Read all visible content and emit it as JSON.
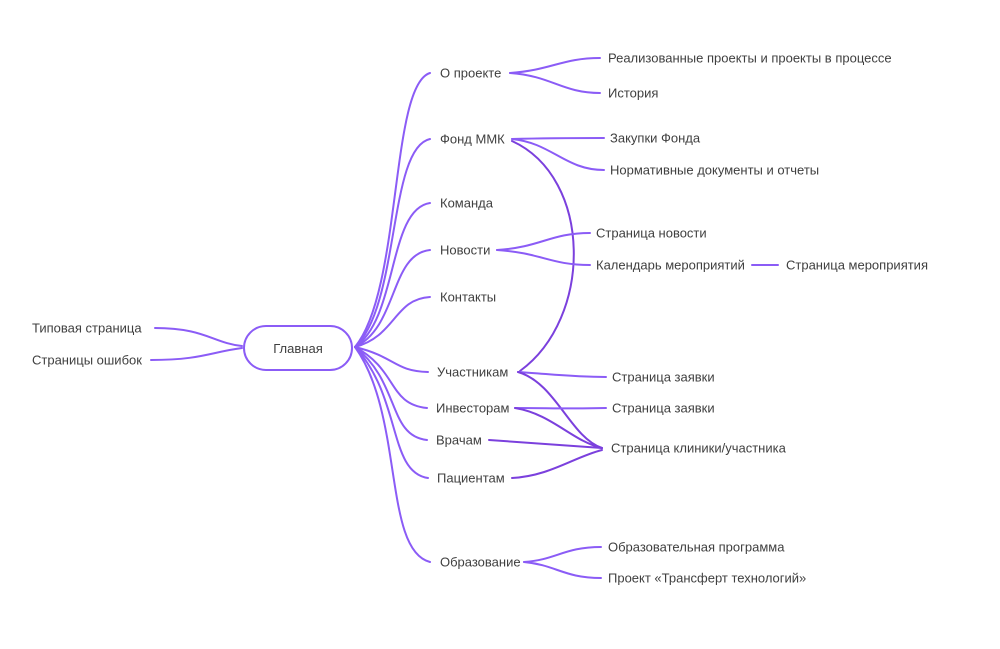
{
  "diagram_type": "sitemap-mindmap",
  "colors": {
    "link": "#8b5cf6",
    "crossLink": "#7b40dd",
    "nodeBorder": "#8b5cf6",
    "nodeFill": "#ffffff",
    "text": "#3f3f3f",
    "bg": "#ffffff"
  },
  "root": {
    "label": "Главная"
  },
  "left_branches": [
    {
      "label": "Типовая страница"
    },
    {
      "label": "Страницы ошибок"
    }
  ],
  "branches": [
    {
      "label": "О проекте",
      "children": [
        {
          "label": "Реализованные проекты и проекты в процессе"
        },
        {
          "label": "История"
        }
      ]
    },
    {
      "label": "Фонд ММК",
      "children": [
        {
          "label": "Закупки Фонда"
        },
        {
          "label": "Нормативные документы и отчеты"
        }
      ]
    },
    {
      "label": "Команда",
      "children": []
    },
    {
      "label": "Новости",
      "children": [
        {
          "label": "Страница новости"
        },
        {
          "label": "Календарь мероприятий",
          "children": [
            {
              "label": "Страница мероприятия"
            }
          ]
        }
      ]
    },
    {
      "label": "Контакты",
      "children": []
    },
    {
      "label": "Участникам",
      "children": [
        {
          "label": "Страница заявки"
        }
      ]
    },
    {
      "label": "Инвесторам",
      "children": [
        {
          "label": "Страница заявки"
        }
      ]
    },
    {
      "label": "Врачам",
      "children": []
    },
    {
      "label": "Пациентам",
      "children": []
    },
    {
      "label": "Образование",
      "children": [
        {
          "label": "Образовательная программа"
        },
        {
          "label": "Проект «Трансферт технологий»"
        }
      ]
    }
  ],
  "shared_pages": [
    {
      "label": "Страница клиники/участника",
      "linked_from": [
        "Участникам",
        "Инвесторам",
        "Врачам",
        "Пациентам"
      ]
    }
  ],
  "cross_links": [
    {
      "from": "Фонд ММК",
      "to": "Участникам"
    }
  ]
}
